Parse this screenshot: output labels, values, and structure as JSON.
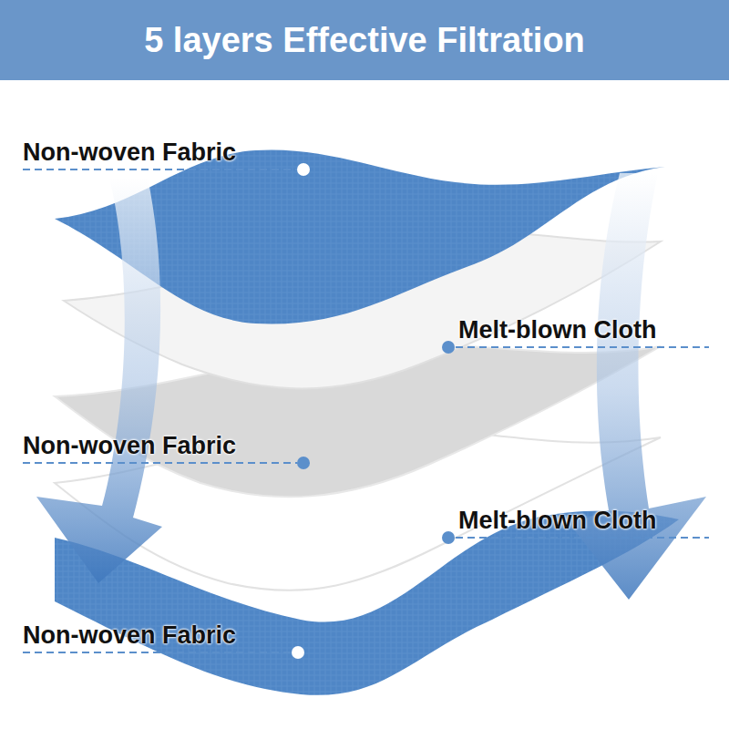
{
  "diagram": {
    "title": "5 layers Effective Filtration",
    "labels": [
      "Non-woven Fabric",
      "Melt-blown Cloth",
      "Non-woven Fabric",
      "Melt-blown Cloth",
      "Non-woven Fabric"
    ]
  }
}
